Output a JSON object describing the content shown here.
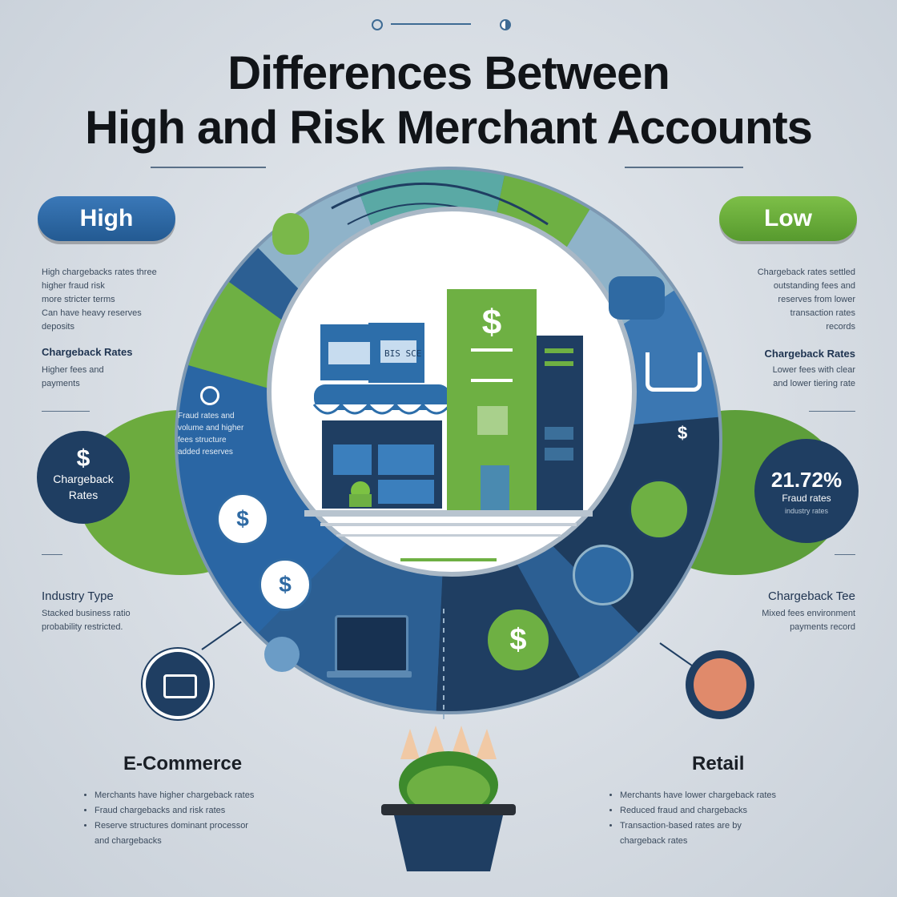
{
  "header": {
    "title_line1": "Differences Between",
    "title_line2": "High and  Risk Merchant Accounts"
  },
  "high": {
    "label": "High",
    "desc": [
      "High chargebacks rates three",
      "higher fraud risk",
      "more stricter terms",
      "Can have heavy reserves",
      "deposits"
    ],
    "chargeback_label": "Chargeback Rates",
    "chargeback_desc": [
      "Higher fees and",
      "payments"
    ],
    "badge_label_1": "Chargeback",
    "badge_label_2": "Rates",
    "industry_label": "Industry Type",
    "industry_desc": [
      "Stacked business ratio",
      "probability restricted."
    ]
  },
  "low": {
    "label": "Low",
    "desc": [
      "Chargeback rates settled",
      "outstanding fees and",
      "reserves from lower",
      "transaction rates",
      "records"
    ],
    "chargeback_label": "Chargeback Rates",
    "chargeback_desc": [
      "Lower fees with clear",
      "and lower tiering rate"
    ],
    "stat_value": "21.72%",
    "stat_label": "Fraud rates",
    "stat_sub": "industry rates",
    "industry_label": "Chargeback Tee",
    "industry_desc": [
      "Mixed fees environment",
      "payments record"
    ]
  },
  "ecommerce": {
    "title": "E-Commerce",
    "bullets": [
      "Merchants have higher chargeback rates",
      "Fraud chargebacks and risk rates",
      "Reserve structures dominant processor",
      "and chargebacks"
    ]
  },
  "retail": {
    "title": "Retail",
    "bullets": [
      "Merchants have lower chargeback rates",
      "Reduced fraud and chargebacks",
      "Transaction-based rates are by",
      "chargeback rates"
    ]
  },
  "center": {
    "card_text": "BIS SCE",
    "dollar": "$"
  },
  "colors": {
    "high_blue": "#2a66a4",
    "low_green": "#6eb043",
    "navy": "#1f3e62",
    "teal": "#5aa9a5"
  }
}
